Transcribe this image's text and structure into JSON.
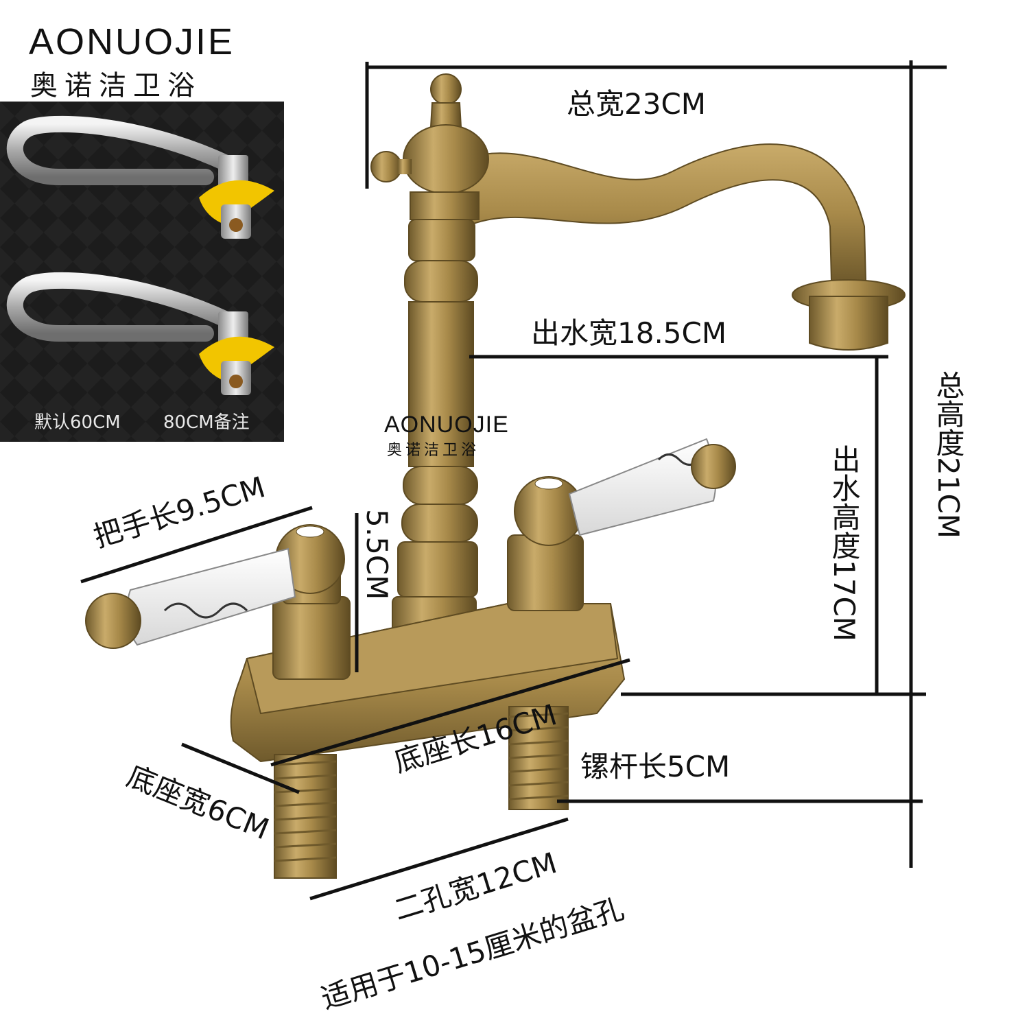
{
  "brand": {
    "name": "AONUOJIE",
    "name_cn": "奥诺洁卫浴"
  },
  "watermark": {
    "name": "AONUOJIE",
    "name_cn": "奥诺洁卫浴"
  },
  "hose_panel": {
    "caption_left": "默认60CM",
    "caption_right": "80CM备注"
  },
  "dimensions": {
    "total_width": "总宽23CM",
    "outlet_width": "出水宽18.5CM",
    "total_height": "总高度21CM",
    "outlet_height": "出水高度17CM",
    "handle_length": "把手长9.5CM",
    "riser_height": "5.5CM",
    "base_length": "底座长16CM",
    "base_width": "底座宽6CM",
    "rod_length": "镙杆长5CM",
    "hole_spacing": "二孔宽12CM",
    "basin_fit": "适用于10-15厘米的盆孔"
  },
  "colors": {
    "brass": "#a88a4a",
    "brass_dark": "#6f5a2c",
    "ceramic": "#f2f2f2",
    "hose_panel_bg": "#1c1c1c",
    "nut_yellow": "#f2c500"
  }
}
